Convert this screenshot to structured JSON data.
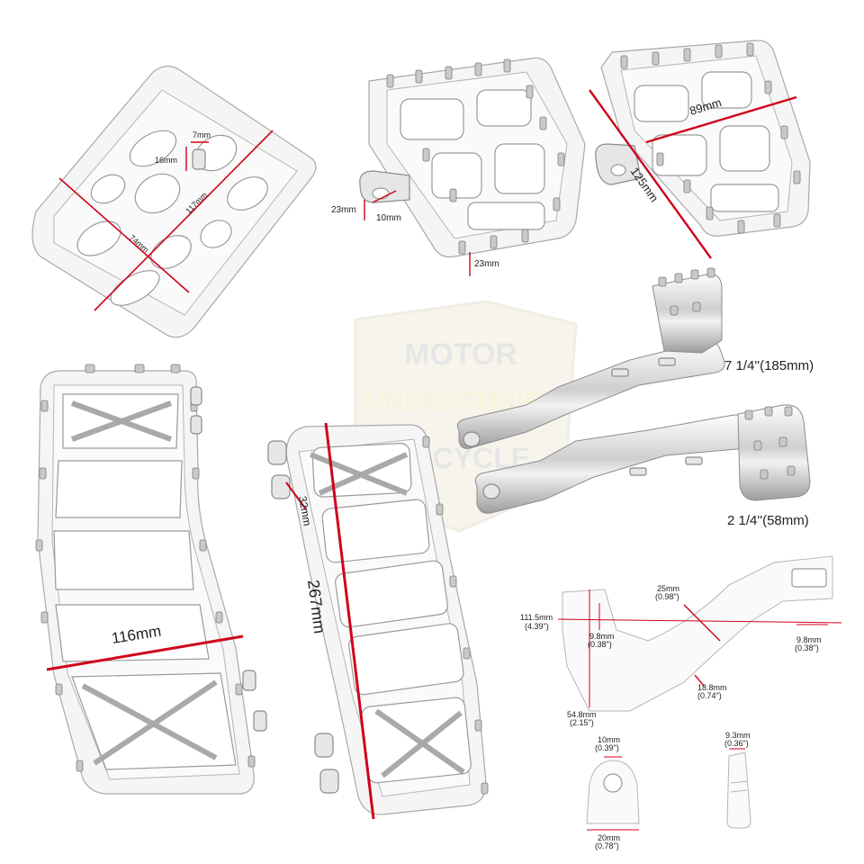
{
  "watermark": {
    "line1": "MOTOR",
    "line2": "UNDERTHRIFT",
    "line3": "CYCLE"
  },
  "peg_top_left": {
    "dims": {
      "width": "74mm",
      "length": "117mm",
      "stud_height": "16mm",
      "stud_width": "7mm"
    }
  },
  "peg_top_middle": {
    "dims": {
      "mount_height": "23mm",
      "mount_hole": "10mm",
      "foot_height": "23mm"
    }
  },
  "peg_top_right": {
    "dims": {
      "width": "89mm",
      "length": "125mm"
    }
  },
  "board_left": {
    "dims": {
      "width": "116mm"
    }
  },
  "board_middle": {
    "dims": {
      "mount": "32mm",
      "length": "267mm"
    }
  },
  "shifter_arms": {
    "long_label": "7 1/4''(185mm)",
    "short_label": "2 1/4''(58mm)"
  },
  "arm_drawing": {
    "dims": {
      "height_mm": "111.5mm",
      "height_in": "(4.39\")",
      "inner_mm": "9.8mm",
      "inner_in": "(0.38\")",
      "bend_mm": "25mm",
      "bend_in": "(0.98\")",
      "end_mm": "9.8mm",
      "end_in": "(0.38\")",
      "drop_mm": "18.8mm",
      "drop_in": "(0.74\")",
      "base_mm": "54.8mm",
      "base_in": "(2.15\")"
    }
  },
  "clip_drawing": {
    "dims": {
      "hole_mm": "10mm",
      "hole_in": "(0.39\")",
      "width_mm": "20mm",
      "width_in": "(0.78\")"
    }
  },
  "pin_drawing": {
    "dims": {
      "dia_mm": "9.3mm",
      "dia_in": "(0.36\")"
    }
  },
  "colors": {
    "dimension_line": "#d0021b",
    "text": "#222222",
    "outline": "#a9a9a9"
  }
}
